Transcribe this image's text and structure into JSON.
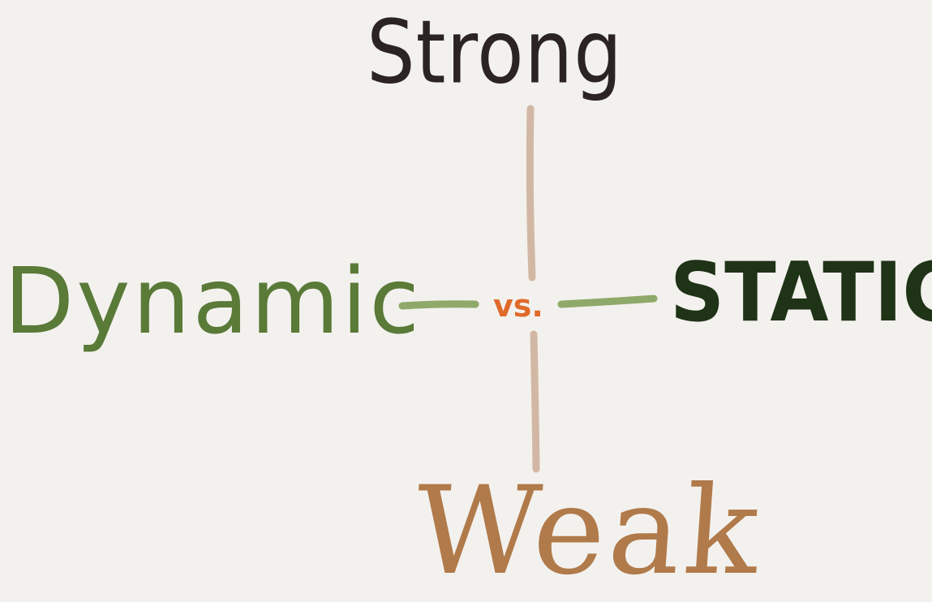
{
  "labels": {
    "top": "Strong",
    "left": "Dynamic",
    "right": "STATIC",
    "center": "vs.",
    "bottom": "Weak"
  },
  "colors": {
    "background": "#f3f1ee",
    "top": "#2b2423",
    "left": "#5a7a38",
    "right": "#1f3316",
    "center": "#e06a2a",
    "bottom": "#b07a4a",
    "vertical_axis": "#d2b8a4",
    "horizontal_axis": "#8fa96a"
  }
}
